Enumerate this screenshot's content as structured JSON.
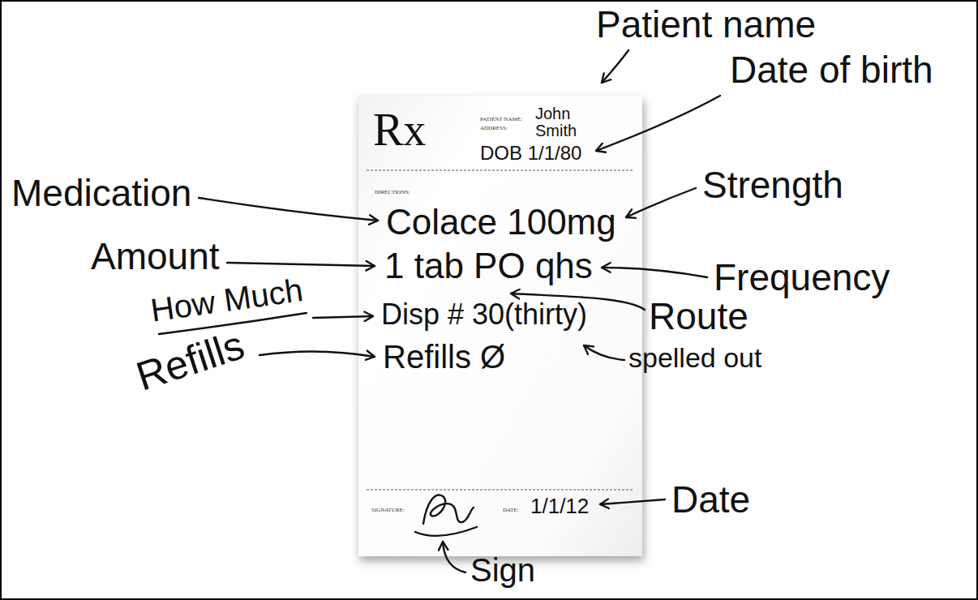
{
  "diagram": {
    "nodes": [
      {
        "text": [
          "Rx",
          "PATIENT NAME:",
          "ADDRESS:",
          "John Smith",
          "DOB 1/1/80",
          "DIRECTIONS:",
          "Colace 100mg",
          "1 tab PO qhs",
          "Disp # 30(thirty)",
          "Refills Ø",
          "SIGNATURE:",
          "DATE:",
          "1/1/12"
        ]
      }
    ],
    "labels": [
      "Patient name",
      "Date of birth",
      "Medication",
      "Strength",
      "Amount",
      "Frequency",
      "How Much",
      "Route",
      "spelled out",
      "Refills",
      "Date",
      "Sign"
    ]
  }
}
